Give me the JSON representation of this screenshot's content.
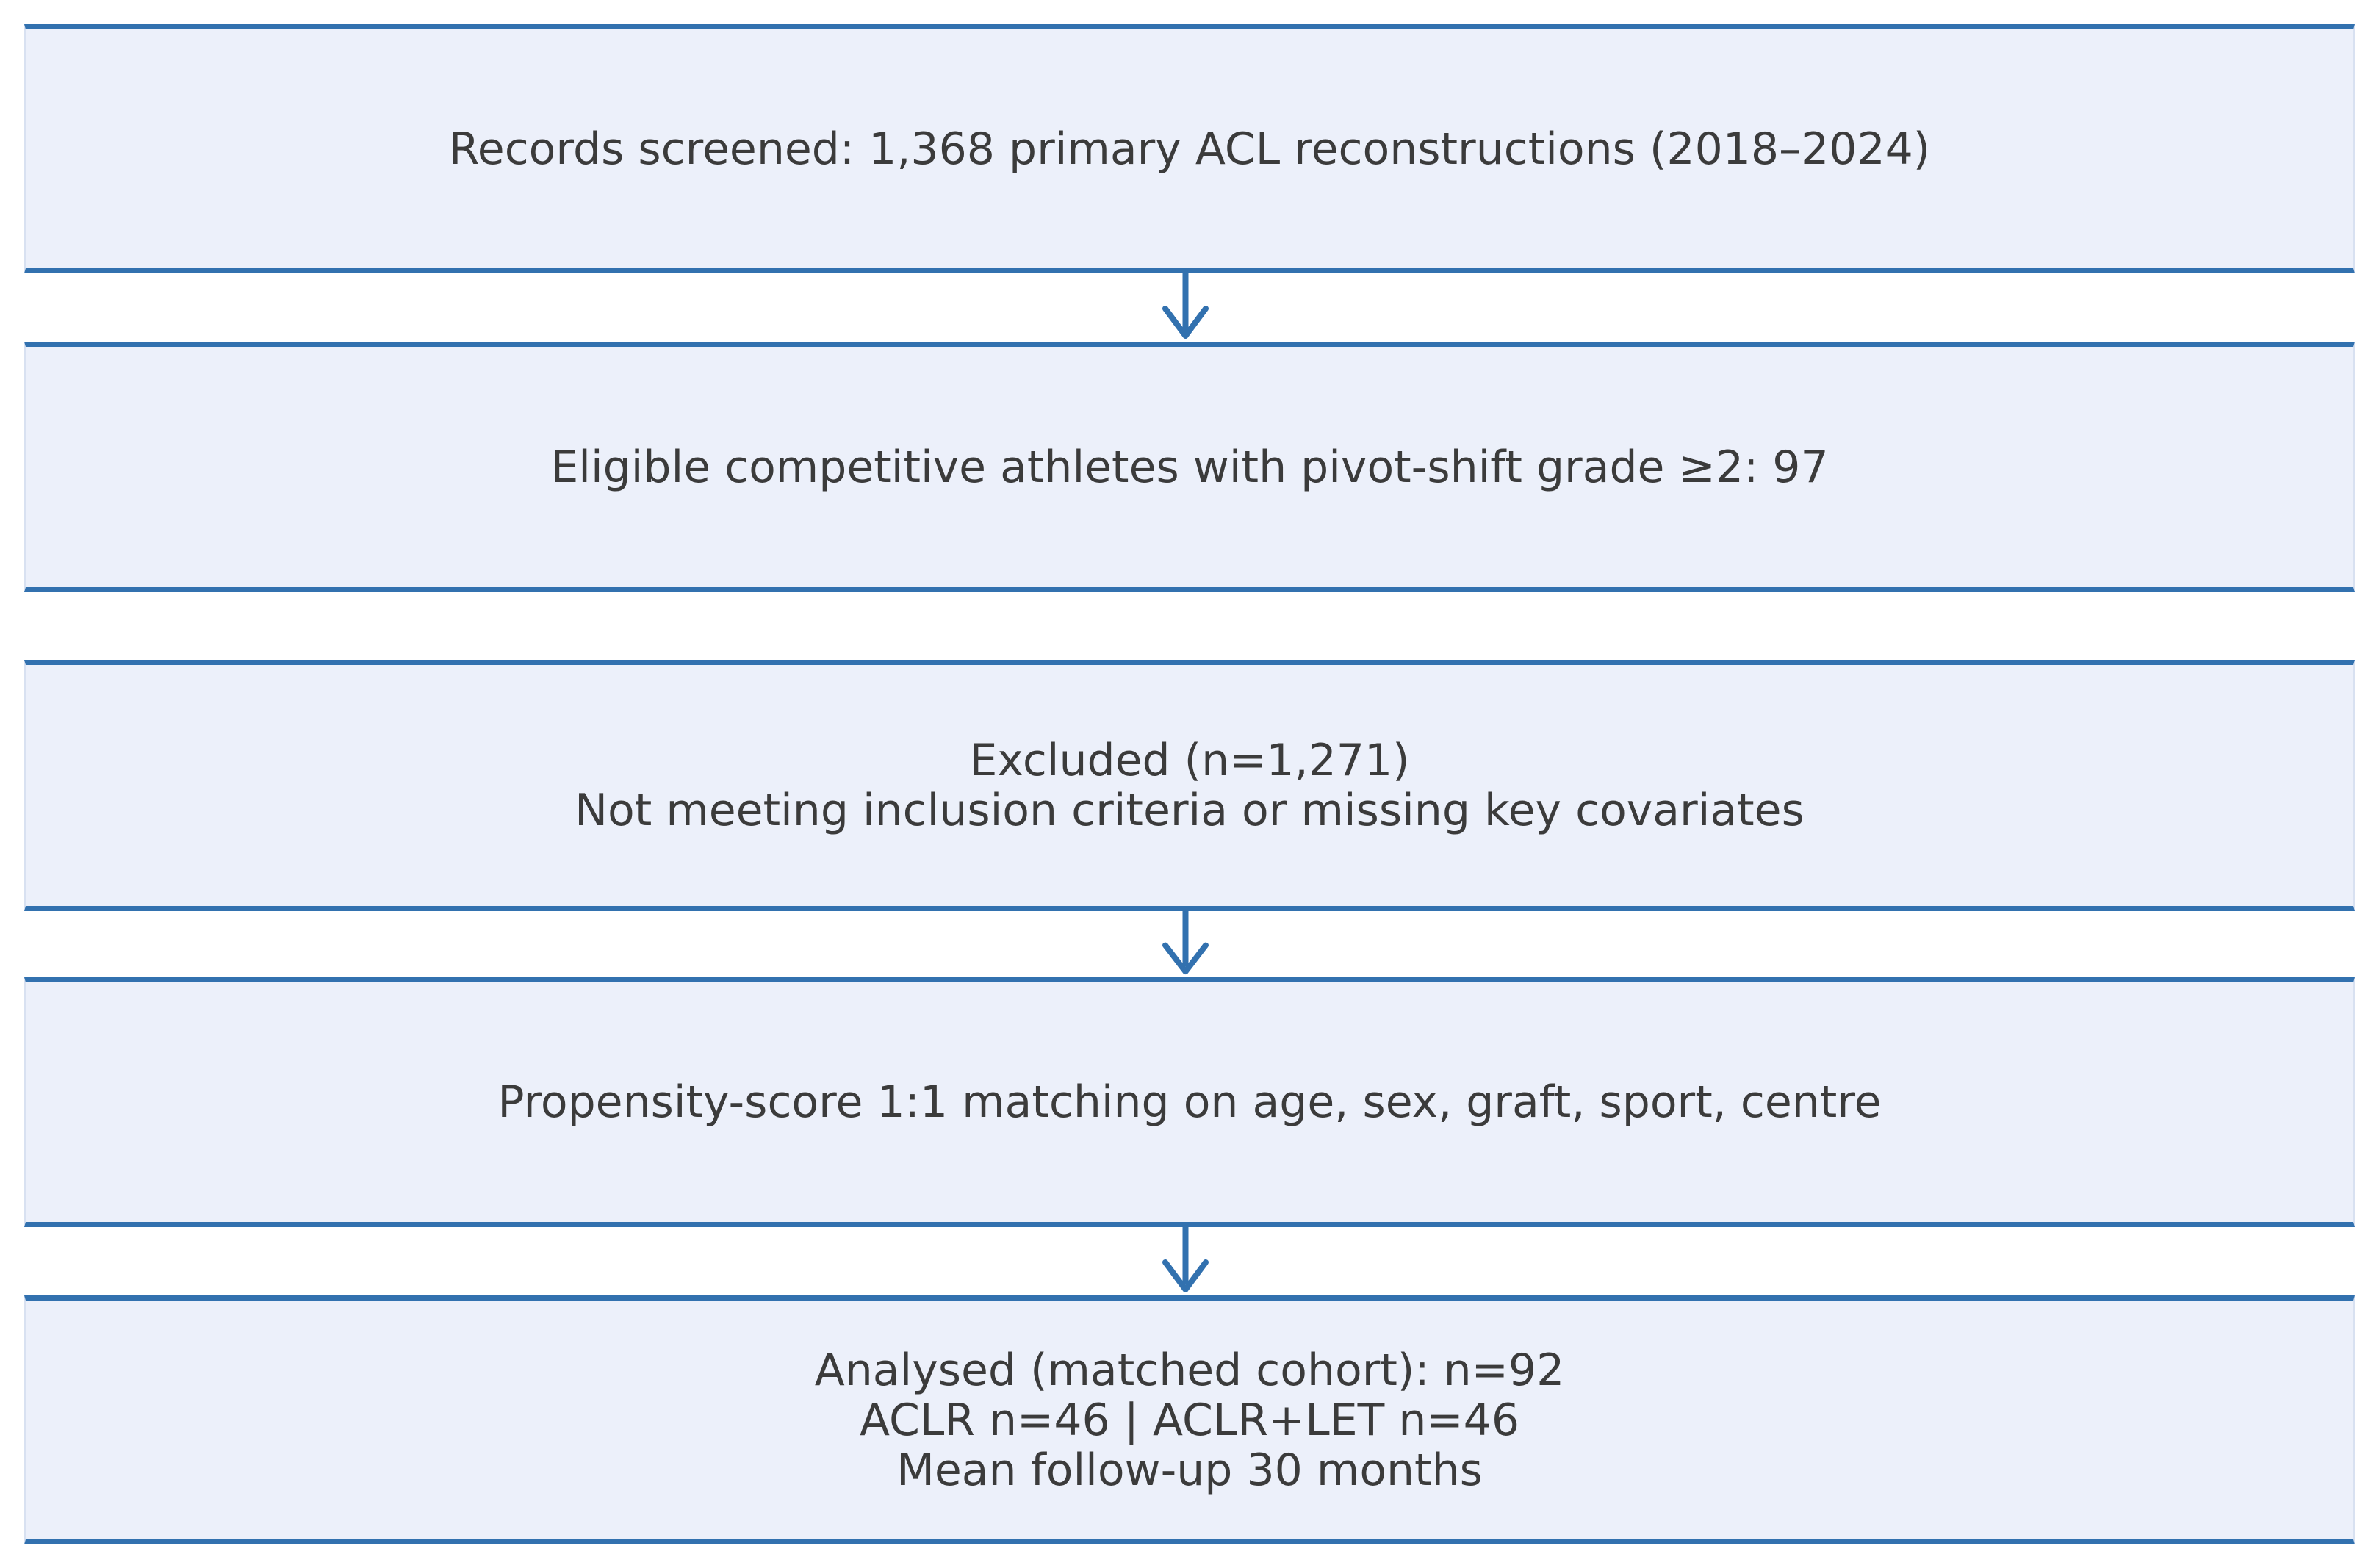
{
  "diagram": {
    "boxes": [
      {
        "name": "records-screened",
        "lines": [
          "Records screened: 1,368 primary ACL reconstructions (2018–2024)"
        ]
      },
      {
        "name": "eligible-athletes",
        "lines": [
          "Eligible competitive athletes with pivot-shift grade ≥2: 97"
        ]
      },
      {
        "name": "excluded",
        "lines": [
          "Excluded (n=1,271)",
          "Not meeting inclusion criteria or missing key covariates"
        ]
      },
      {
        "name": "propensity-matching",
        "lines": [
          "Propensity-score 1:1 matching on age, sex, graft, sport, centre"
        ]
      },
      {
        "name": "analysed-cohort",
        "lines": [
          "Analysed (matched cohort): n=92",
          "ACLR n=46 | ACLR+LET n=46",
          "Mean follow-up 30 months"
        ]
      }
    ],
    "colors": {
      "background": "#FFFFFF",
      "box_fill": "#ECF0FA",
      "box_border": "#3271AF",
      "side_border": "#D8E1F1",
      "arrow": "#3271AF",
      "text": "#3B3B3B"
    }
  }
}
